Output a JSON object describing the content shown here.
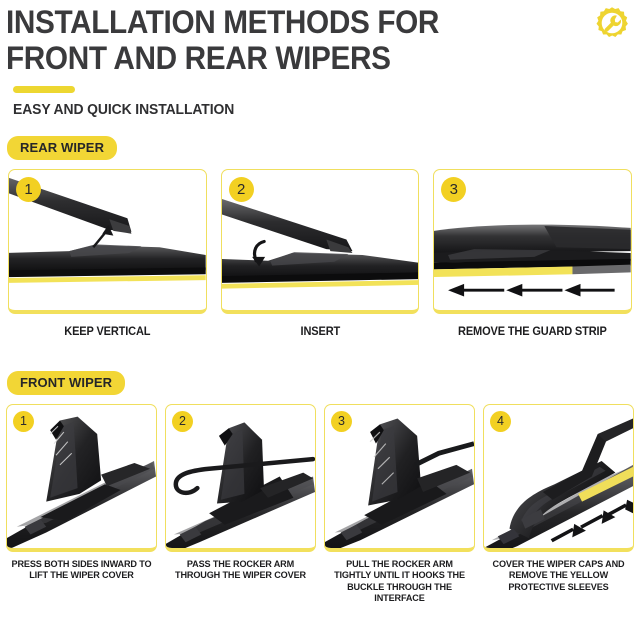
{
  "header": {
    "title": "INSTALLATION METHODS FOR\nFRONT AND REAR WIPERS",
    "subtitle": "EASY AND QUICK INSTALLATION",
    "icon": "gear-wrench-icon",
    "accent_color": "#f2d635",
    "title_color": "#3a3a3c"
  },
  "sections": [
    {
      "id": "rear-wiper",
      "badge": "REAR WIPER",
      "steps": [
        {
          "number": "1",
          "caption": "KEEP VERTICAL",
          "art": "arm-above-blade-up-arrow"
        },
        {
          "number": "2",
          "caption": "INSERT",
          "art": "arm-inserting-curved-arrow"
        },
        {
          "number": "3",
          "caption": "REMOVE THE GUARD STRIP",
          "art": "assembled-blade-yellow-strip-left-arrows"
        }
      ]
    },
    {
      "id": "front-wiper",
      "badge": "FRONT WIPER",
      "steps": [
        {
          "number": "1",
          "caption": "PRESS BOTH SIDES INWARD TO\nLIFT THE WIPER COVER",
          "art": "blade-cover-lifted"
        },
        {
          "number": "2",
          "caption": "PASS THE ROCKER ARM\nTHROUGH THE WIPER COVER",
          "art": "j-hook-arm-through-cover"
        },
        {
          "number": "3",
          "caption": "PULL THE ROCKER ARM TIGHTLY\nUNTIL IT HOOKS THE BUCKLE\nTHROUGH THE INTERFACE",
          "art": "arm-hooked-into-buckle"
        },
        {
          "number": "4",
          "caption": "COVER THE WIPER CAPS\nAND REMOVE THE YELLOW\nPROTECTIVE SLEEVES",
          "art": "assembled-blade-yellow-sleeve-arrows"
        }
      ]
    }
  ]
}
